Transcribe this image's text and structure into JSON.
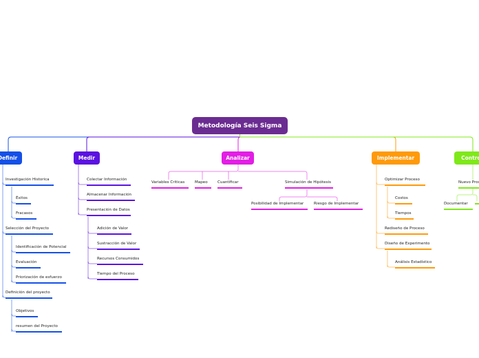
{
  "root": {
    "label": "Metodología Seis Sigma",
    "color": "#6b2c91"
  },
  "branches": [
    {
      "id": "definir",
      "label": "Definir",
      "color": "#1550e6",
      "children": [
        {
          "id": "d1",
          "label": "Investigación Historica",
          "children": [
            {
              "id": "d1a",
              "label": "Éxitos"
            },
            {
              "id": "d1b",
              "label": "Fracasos"
            }
          ]
        },
        {
          "id": "d2",
          "label": "Selección del Proyecto",
          "children": [
            {
              "id": "d2a",
              "label": "Identificación de Potencial"
            },
            {
              "id": "d2b",
              "label": "Evaluación"
            },
            {
              "id": "d2c",
              "label": "Priorización de esfuerzo"
            }
          ]
        },
        {
          "id": "d3",
          "label": "Definición del proyecto",
          "children": [
            {
              "id": "d3a",
              "label": "Objetivos"
            },
            {
              "id": "d3b",
              "label": "resumen del Proyecto"
            }
          ]
        }
      ]
    },
    {
      "id": "medir",
      "label": "Medir",
      "color": "#5b12e0",
      "children": [
        {
          "id": "m1",
          "label": "Colectar Información"
        },
        {
          "id": "m2",
          "label": "Almacenar Información"
        },
        {
          "id": "m3",
          "label": "Presentación de Datos",
          "children": [
            {
              "id": "m3a",
              "label": "Adición de Valor"
            },
            {
              "id": "m3b",
              "label": "Sustracción de Valor"
            },
            {
              "id": "m3c",
              "label": "Recursos Consumidos"
            },
            {
              "id": "m3d",
              "label": "Tiempo del Proceso"
            }
          ]
        }
      ]
    },
    {
      "id": "analizar",
      "label": "Analizar",
      "color": "#e21ee4",
      "children": [
        {
          "id": "a1",
          "label": "Variables Criticas"
        },
        {
          "id": "a2",
          "label": "Mapeo"
        },
        {
          "id": "a3",
          "label": "Cuantificar"
        },
        {
          "id": "a4",
          "label": "Simulación de Hipótesis",
          "children": [
            {
              "id": "a4a",
              "label": "Posibilidad de Implementar"
            },
            {
              "id": "a4b",
              "label": "Riesgo de Implementar"
            }
          ]
        }
      ]
    },
    {
      "id": "implementar",
      "label": "Implementar",
      "color": "#ff9a0a",
      "children": [
        {
          "id": "i1",
          "label": "Optimizar Proceso",
          "children": [
            {
              "id": "i1a",
              "label": "Costos"
            },
            {
              "id": "i1b",
              "label": "Tiempos"
            }
          ]
        },
        {
          "id": "i2",
          "label": "Rediseño de Proceso"
        },
        {
          "id": "i3",
          "label": "Diseño de Experimento",
          "children": [
            {
              "id": "i3a",
              "label": "Análisis Estadístico"
            }
          ]
        }
      ]
    },
    {
      "id": "controlar",
      "label": "Controlar",
      "color": "#7fe81a",
      "children": [
        {
          "id": "c1",
          "label": "Nuevo Proceso",
          "children": [
            {
              "id": "c1a",
              "label": "Documentar"
            },
            {
              "id": "c1b",
              "label": ""
            }
          ]
        }
      ]
    }
  ]
}
